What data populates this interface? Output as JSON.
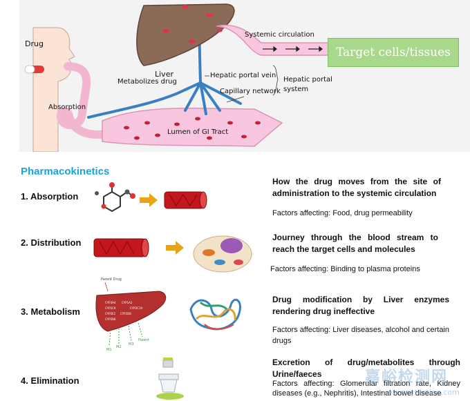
{
  "diagram": {
    "drug": "Drug",
    "absorption": "Absorption",
    "liver": "Liver",
    "liver_sub": "Metabolizes drug",
    "systemic": "Systemic circulation",
    "target": "Target cells/tissues",
    "hepatic_vein": "Hepatic portal vein",
    "hepatic_system_line1": "Hepatic portal",
    "hepatic_system_line2": "system",
    "capillary": "Capillary network",
    "lumen": "Lumen of GI Tract"
  },
  "section": {
    "title": "Pharmacokinetics"
  },
  "steps": [
    {
      "label": "1. Absorption",
      "desc_title": "How the drug moves from the site of administration to the systemic circulation",
      "factors": "Factors affecting: Food, drug permeability"
    },
    {
      "label": "2. Distribution",
      "desc_title": "Journey through the blood stream to reach the target cells and molecules",
      "factors": "Factors affecting: Binding to plasma proteins"
    },
    {
      "label": "3. Metabolism",
      "desc_title": "Drug modification by Liver enzymes rendering drug ineffective",
      "factors": "Factors affecting: Liver diseases, alcohol and certain drugs"
    },
    {
      "label": "4. Elimination",
      "desc_title": "Excretion of drug/metabolites through Urine/faeces",
      "factors": "Factors affecting: Glomerular filtration rate, Kidney diseases (e.g., Nephritis), Intestinal bowel disease"
    }
  ],
  "liver_figure": {
    "parent_drug": "Parent Drug",
    "enzymes": [
      "CYP3A4",
      "CYP1A2",
      "CYP2C9",
      "CYP2C19",
      "CYP2E1",
      "CYP2D6",
      "CYP2B6"
    ],
    "outputs": [
      "M1",
      "M2",
      "M3",
      "Parent"
    ]
  },
  "watermark": {
    "line1": "嘉峪检测网",
    "line2": "www.anytesting.com"
  }
}
